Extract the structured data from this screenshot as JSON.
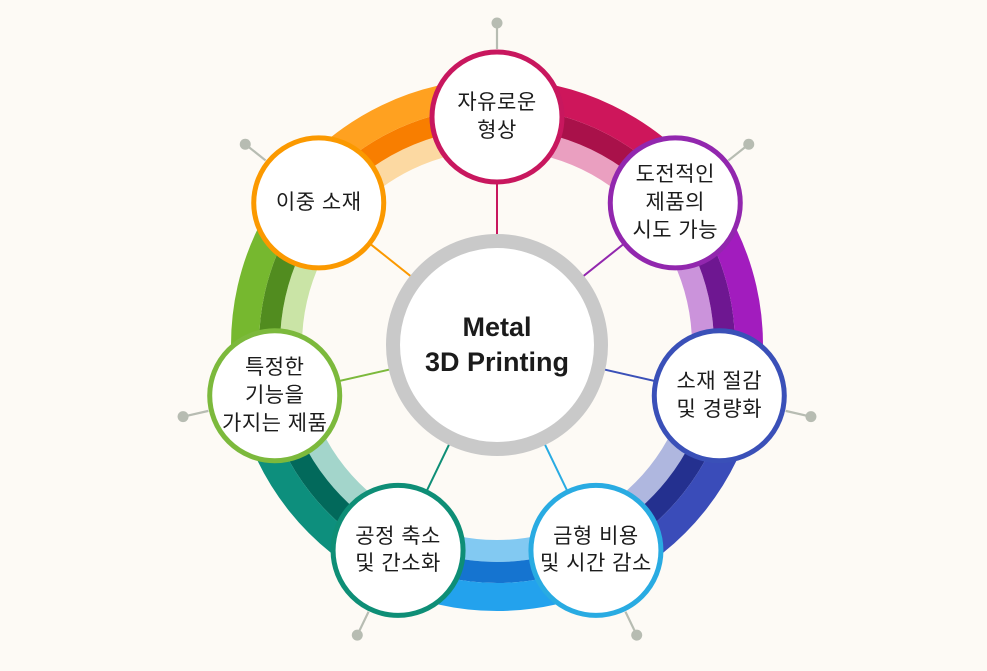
{
  "title": {
    "line1": "Metal",
    "line2": "3D Printing"
  },
  "canvas": {
    "background": "#FDFAF5",
    "center_fill": "#FFFFFF",
    "center_ring_color": "#C9C9C9",
    "pin_color": "#B7BCB2",
    "label_color": "#1C1C1C"
  },
  "nodes": [
    {
      "name": "free-form-shape",
      "label": "자유로운\n형상",
      "color": "#C8175E"
    },
    {
      "name": "challenging-products",
      "label": "도전적인\n제품의\n시도 가능",
      "color": "#9227AE"
    },
    {
      "name": "material-saving",
      "label": "소재 절감\n및 경량화",
      "color": "#3A50B8"
    },
    {
      "name": "mold-cost-time-reduction",
      "label": "금형 비용\n및 시간 감소",
      "color": "#29ABE2"
    },
    {
      "name": "process-simplification",
      "label": "공정 축소\n및 간소화",
      "color": "#0E8E76"
    },
    {
      "name": "specific-function-products",
      "label": "특정한\n기능을\n가지는 제품",
      "color": "#7CB93C"
    },
    {
      "name": "dual-material",
      "label": "이중 소재",
      "color": "#FB9900"
    }
  ],
  "segments": [
    {
      "name": "crimson",
      "main": "#CE165B",
      "dark": "#A9114A",
      "light": "#EA9FC0"
    },
    {
      "name": "purple",
      "main": "#A21CBE",
      "dark": "#6E1791",
      "light": "#CB93DB"
    },
    {
      "name": "royal-blue",
      "main": "#3A4CB9",
      "dark": "#24308F",
      "light": "#AFB7DF"
    },
    {
      "name": "azure",
      "main": "#23A2ED",
      "dark": "#1574D0",
      "light": "#82C9F2"
    },
    {
      "name": "teal",
      "main": "#0D8F7D",
      "dark": "#02695B",
      "light": "#A3D5CB"
    },
    {
      "name": "green",
      "main": "#76B82F",
      "dark": "#518C1F",
      "light": "#CAE4A6"
    },
    {
      "name": "orange",
      "main": "#FFA120",
      "dark": "#F87E00",
      "light": "#FCD9A2"
    }
  ]
}
